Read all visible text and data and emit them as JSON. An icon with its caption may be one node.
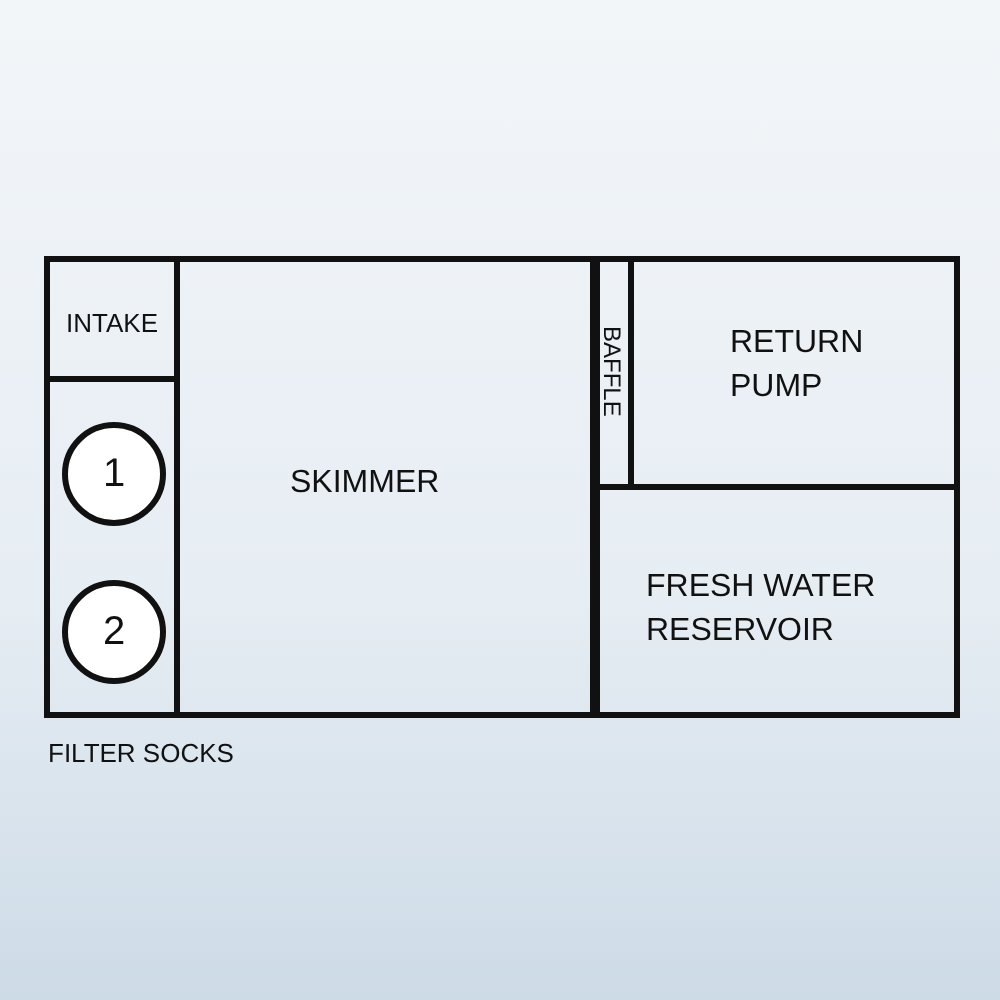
{
  "diagram": {
    "nodes": [
      {
        "text": [],
        "shape": "box"
      },
      {
        "text": [
          "INTAKE"
        ],
        "in": 0
      },
      {
        "text": [],
        "shape": "box",
        "in": 0
      },
      {
        "text": [
          "1"
        ],
        "in": 2
      },
      {
        "text": [
          "2"
        ],
        "in": 2
      },
      {
        "text": [
          "SKIMMER"
        ],
        "in": 0
      },
      {
        "text": [
          "BAFFLE"
        ],
        "in": 0
      },
      {
        "text": [
          "RETURN PUMP"
        ],
        "in": 0
      },
      {
        "text": [
          "FRESH WATER RESERVOIR"
        ],
        "in": 0
      }
    ],
    "edges": [],
    "labels": [
      "FILTER SOCKS"
    ]
  }
}
